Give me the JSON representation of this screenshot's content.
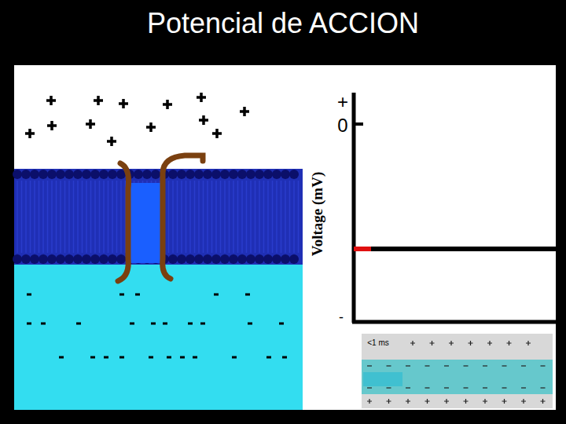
{
  "diagram": {
    "title": "Potencial de ACCION",
    "labels": [
      "Voltage (mV)",
      "+",
      "0",
      "-",
      "<1 ms"
    ]
  }
}
